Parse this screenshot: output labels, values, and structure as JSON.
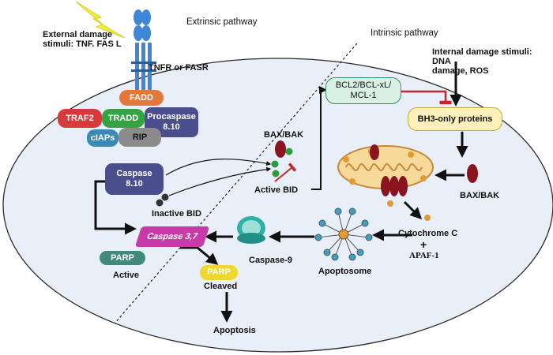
{
  "headers": {
    "extrinsic": "Extrinsic pathway",
    "intrinsic": "Intrinsic pathway"
  },
  "labels": {
    "external_stimuli": "External damage\nstimuli: TNF. FAS L",
    "internal_stimuli": "Internal damage stimuli: DNA\ndamage, ROS",
    "receptor": "TNFR or FASR",
    "bax_bak_top": "BAX/BAK",
    "active_bid": "Active BID",
    "inactive_bid": "Inactive BID",
    "bax_bak_right": "BAX/BAK",
    "cytochrome_c": "Cytochrome C",
    "plus": "+",
    "apaf1": "APAF-1",
    "apoptosome": "Apoptosome",
    "caspase9": "Caspase-9",
    "parp_active_state": "Active",
    "parp_cleaved_state": "Cleaved",
    "apoptosis": "Apoptosis"
  },
  "boxes": {
    "fadd": "FADD",
    "traf2": "TRAF2",
    "tradd": "TRADD",
    "procaspase": "Procaspase\n8.10",
    "ciaps": "cIAPs",
    "rip": "RIP",
    "caspase810": "Caspase\n8.10",
    "bcl2": "BCL2/BCL-xL/\nMCL-1",
    "bh3": "BH3-only proteins",
    "caspase37": "Caspase 3,7",
    "parp_active": "PARP",
    "parp_cleaved": "PARP"
  },
  "colors": {
    "cell_fill": "#e8eff8",
    "receptor": "#3f86d8",
    "fadd": "#e2793b",
    "traf2": "#d8393d",
    "tradd": "#33a442",
    "procaspase": "#4b4e8c",
    "ciaps": "#3a8ab5",
    "rip": "#8b8b8b",
    "caspase810": "#4b4e8c",
    "bcl2": "#d9f0e4",
    "bh3": "#fdf0b8",
    "caspase37": "#c83aa8",
    "parp_active": "#3f8a7a",
    "parp_cleaved": "#f0d72e",
    "bax": "#8a1520",
    "bid_active": "#2e9a3c",
    "bid_inactive": "#333333",
    "inhibition": "#c1272d",
    "lightning": "#f2ee3a"
  }
}
